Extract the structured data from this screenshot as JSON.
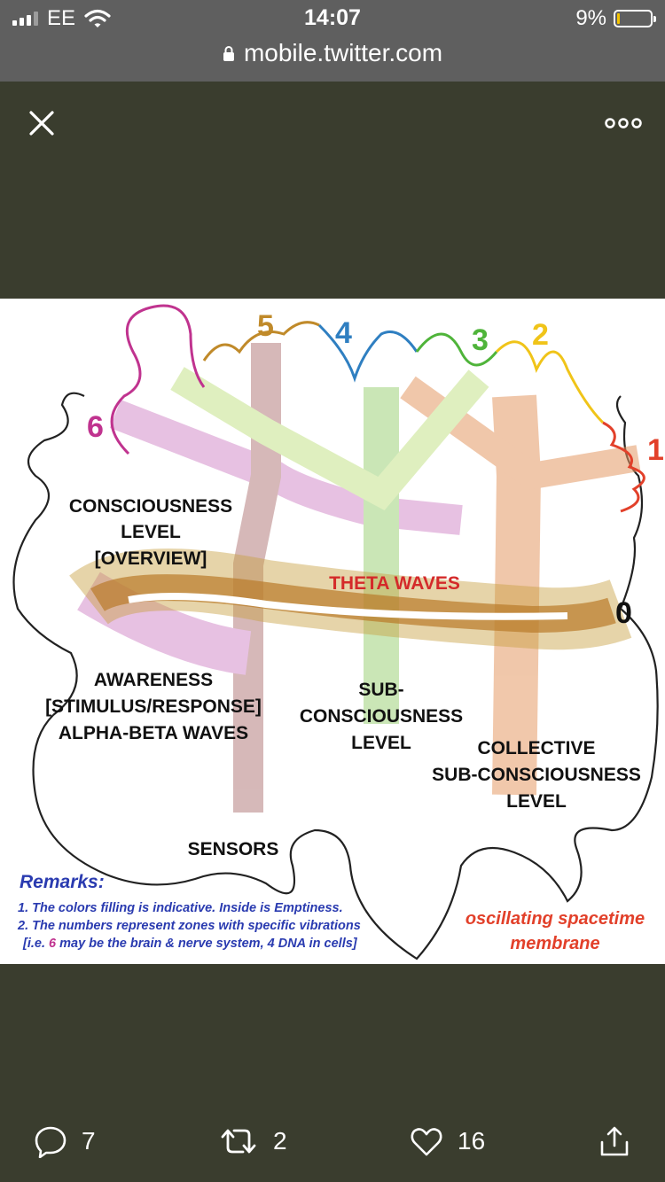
{
  "status_bar": {
    "carrier": "EE",
    "time": "14:07",
    "battery_percent": "9%",
    "battery_level": 0.09,
    "url": "mobile.twitter.com",
    "icons": [
      "cell-signal-icon",
      "wifi-icon",
      "battery-icon",
      "lock-icon"
    ]
  },
  "viewer": {
    "close_icon": "close-icon",
    "more_icon": "more-options-icon"
  },
  "diagram": {
    "zone_numbers": [
      "6",
      "5",
      "4",
      "3",
      "2",
      "1",
      "0"
    ],
    "labels": {
      "consciousness": [
        "CONSCIOUSNESS",
        "LEVEL",
        "[OVERVIEW]"
      ],
      "theta": "THETA WAVES",
      "awareness": [
        "AWARENESS",
        "[STIMULUS/RESPONSE]",
        "ALPHA-BETA WAVES"
      ],
      "sub": [
        "SUB-",
        "CONSCIOUSNESS",
        "LEVEL"
      ],
      "collective": [
        "COLLECTIVE",
        "SUB-CONSCIOUSNESS",
        "LEVEL"
      ],
      "sensors": "SENSORS"
    },
    "remarks": {
      "title": "Remarks:",
      "line1": "1. The colors filling is indicative. Inside is Emptiness.",
      "line2": "2. The numbers represent zones with specific vibrations",
      "line3_pre": "[i.e. ",
      "line3_num": "6",
      "line3_post": " may be the brain & nerve system, 4 DNA in cells]"
    },
    "membrane": [
      "oscillating spacetime",
      "membrane"
    ],
    "colors": {
      "zone6": "#c0338f",
      "zone5": "#c08a2a",
      "zone4": "#2f7fc1",
      "zone3": "#4fb43a",
      "zone2": "#f0c419",
      "zone1": "#e2402a",
      "theta": "#d42a2a",
      "remarks": "#2a3bb0"
    }
  },
  "actions": {
    "replies": "7",
    "retweets": "2",
    "likes": "16",
    "icons": [
      "reply-icon",
      "retweet-icon",
      "like-icon",
      "share-icon"
    ]
  }
}
